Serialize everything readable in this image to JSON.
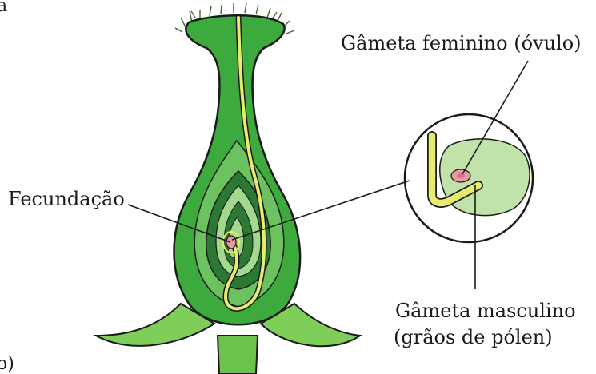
{
  "labels": {
    "fecundacao": "Fecundação",
    "female_gamete": "Gâmeta feminino (óvulo)",
    "male_gamete_line1": "Gâmeta masculino",
    "male_gamete_line2": "(grãos de pólen)"
  },
  "edge_fragments": {
    "top_left": "a",
    "bottom_left": "o)"
  },
  "colors": {
    "pistil_outer": "#3daa3d",
    "pistil_dark": "#2b7a34",
    "pistil_light": "#6cc25e",
    "pistil_pale": "#a3d98e",
    "pollen_tube": "#e8ec6e",
    "ovule_pink": "#e79aa0",
    "zoom_bg": "#bfe3a9",
    "outline": "#1a1a1a"
  }
}
